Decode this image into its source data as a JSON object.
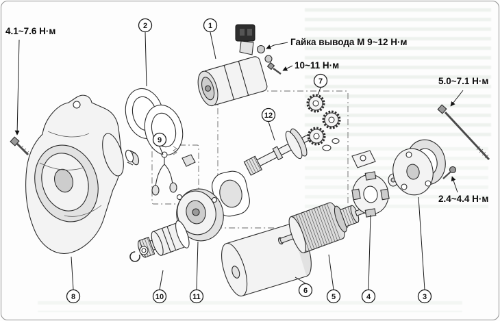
{
  "torque_labels": {
    "front_bracket_bolt": "4.1~7.6 Н·м",
    "terminal_nut": "Гайка вывода М 9~12 Н·м",
    "solenoid_bolt": "10~11 Н·м",
    "through_bolt": "5.0~7.1 Н·м",
    "rear_screw": "2.4~4.4 Н·м"
  },
  "callouts": {
    "n1": "1",
    "n2": "2",
    "n3": "3",
    "n4": "4",
    "n5": "5",
    "n6": "6",
    "n7": "7",
    "n8": "8",
    "n9": "9",
    "n10": "10",
    "n11": "11",
    "n12": "12"
  }
}
